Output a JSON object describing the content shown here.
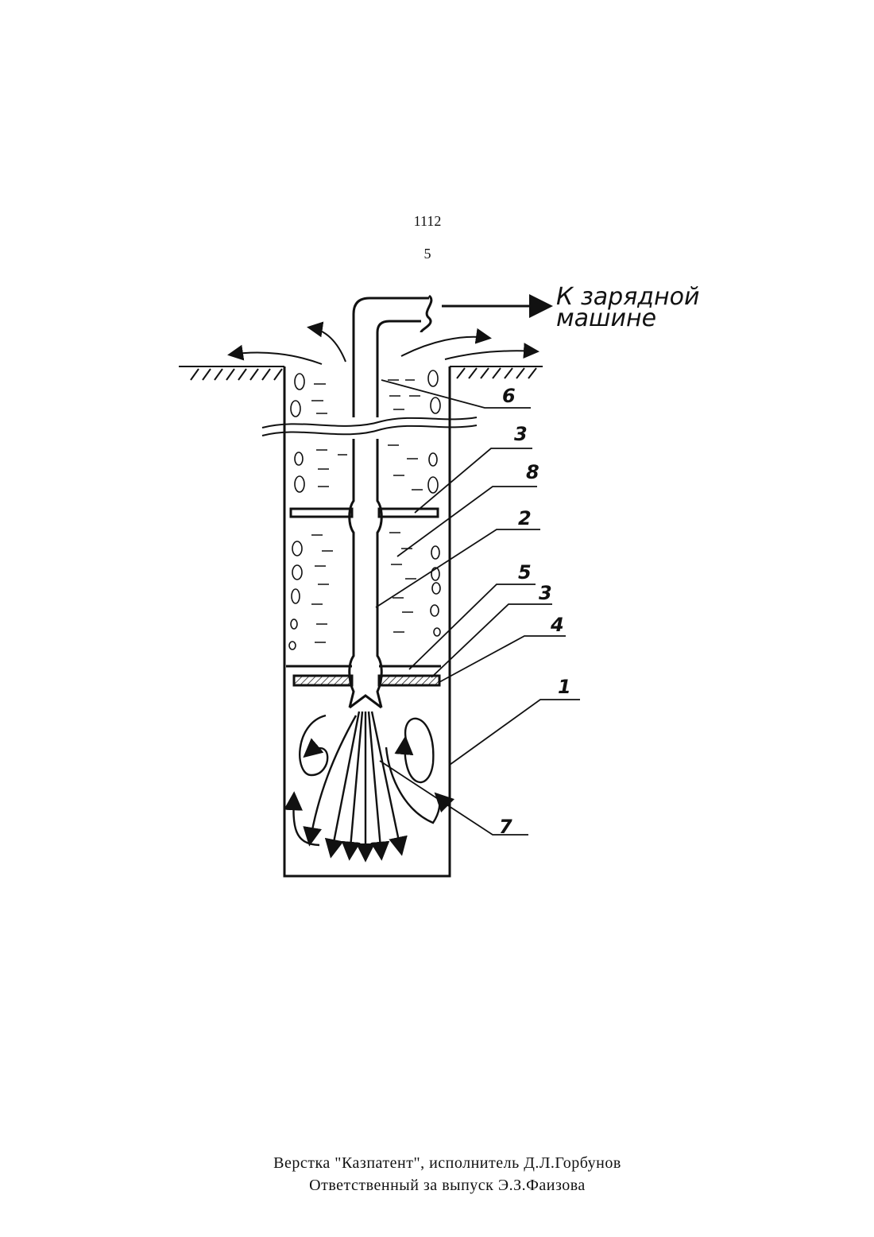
{
  "header": {
    "patent_number": "1112",
    "page_number": "5"
  },
  "figure": {
    "caption_line1": "К зарядной",
    "caption_line2": "машине",
    "labels": {
      "1": "1",
      "2": "2",
      "3": "3",
      "3b": "3",
      "4": "4",
      "5": "5",
      "6": "6",
      "7": "7",
      "8": "8"
    }
  },
  "footer": {
    "line1": "Верстка \"Казпатент\", исполнитель   Д.Л.Горбунов",
    "line2": "Ответственный  за  выпуск   Э.З.Фаизова"
  }
}
